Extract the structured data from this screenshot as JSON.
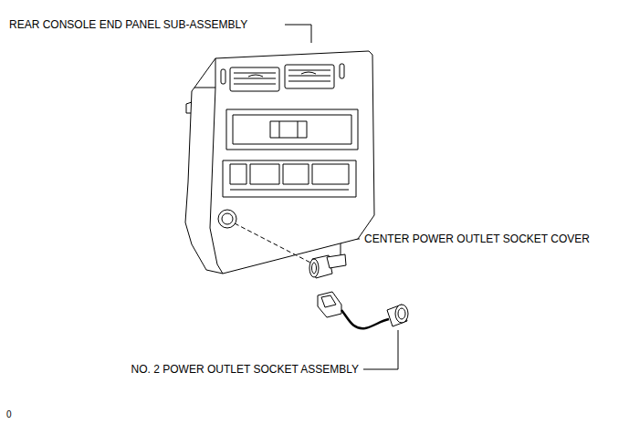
{
  "diagram": {
    "labels": [
      "REAR CONSOLE END PANEL SUB-ASSEMBLY",
      "CENTER POWER OUTLET SOCKET COVER",
      "NO. 2 POWER OUTLET SOCKET ASSEMBLY",
      "0"
    ]
  }
}
